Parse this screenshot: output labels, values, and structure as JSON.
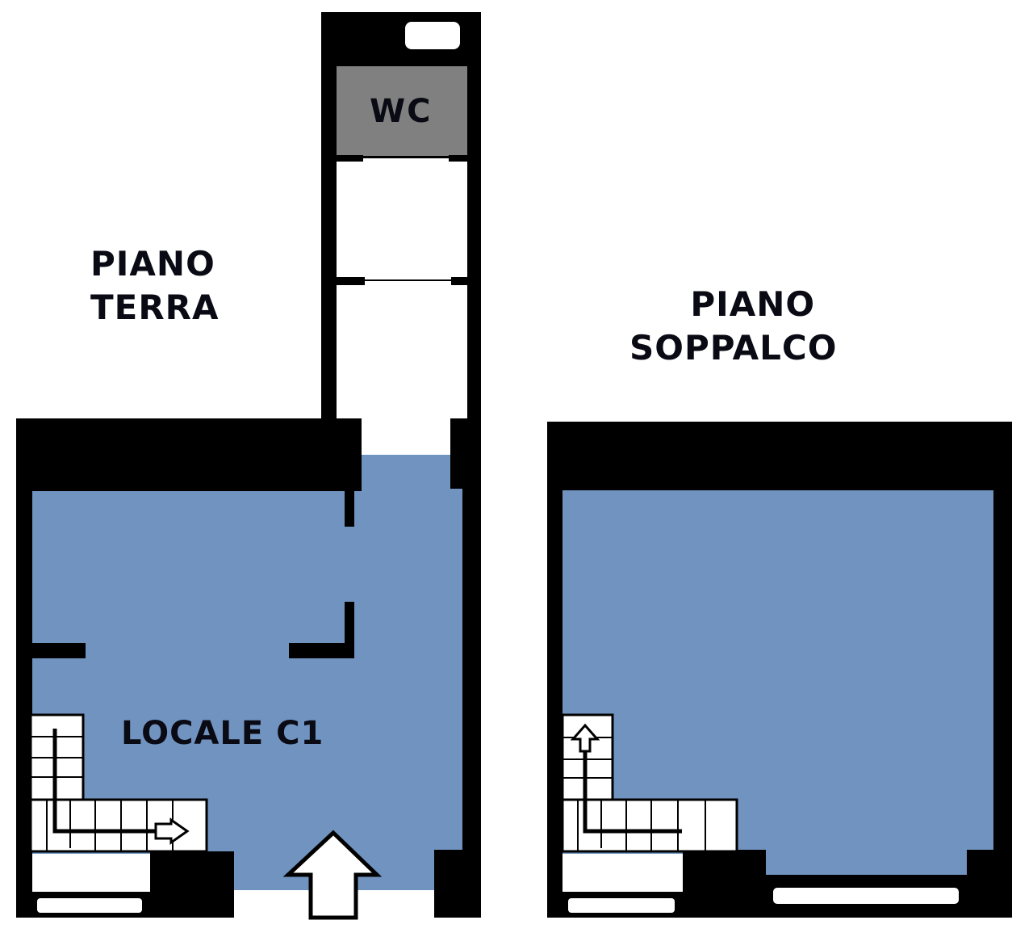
{
  "plan": {
    "colors": {
      "wall": "#000000",
      "floor": "#7093c0",
      "wc_fill": "#808080",
      "background": "#ffffff",
      "text": "#0a0a14"
    },
    "ground_floor": {
      "title_line1": "PIANO",
      "title_line2": "TERRA",
      "room_label": "LOCALE C1",
      "wc_label": "WC",
      "stair_direction": "right",
      "entrance_arrow": "up"
    },
    "mezzanine_floor": {
      "title_line1": "PIANO",
      "title_line2": "SOPPALCO",
      "stair_direction": "up"
    }
  }
}
